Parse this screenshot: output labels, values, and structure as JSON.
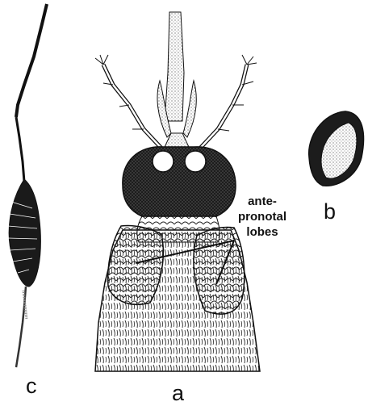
{
  "figure": {
    "panels": {
      "c": {
        "letter": "c",
        "subject": "scale-icon"
      },
      "a": {
        "letter": "a",
        "subject": "mosquito-head-dorsal-icon"
      },
      "b": {
        "letter": "b",
        "subject": "egg-icon"
      }
    },
    "callout": {
      "lines": [
        "ante-",
        "pronotal",
        "lobes"
      ]
    }
  }
}
